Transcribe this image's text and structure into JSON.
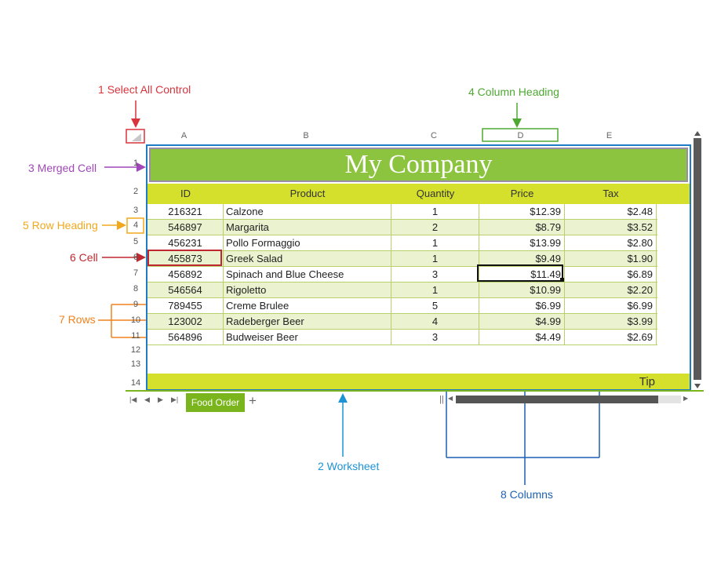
{
  "annotations": {
    "select_all": "1 Select All Control",
    "worksheet": "2 Worksheet",
    "merged_cell": "3 Merged Cell",
    "column_heading": "4 Column Heading",
    "row_heading": "5 Row Heading",
    "cell": "6 Cell",
    "rows": "7 Rows",
    "columns": "8 Columns"
  },
  "column_letters": [
    "A",
    "B",
    "C",
    "D",
    "E"
  ],
  "row_numbers": [
    "1",
    "2",
    "3",
    "4",
    "5",
    "6",
    "7",
    "8",
    "9",
    "10",
    "11",
    "12",
    "13",
    "14"
  ],
  "title": "My Company",
  "headers": {
    "id": "ID",
    "product": "Product",
    "quantity": "Quantity",
    "price": "Price",
    "tax": "Tax"
  },
  "rows": [
    {
      "id": "216321",
      "product": "Calzone",
      "quantity": "1",
      "price": "$12.39",
      "tax": "$2.48"
    },
    {
      "id": "546897",
      "product": "Margarita",
      "quantity": "2",
      "price": "$8.79",
      "tax": "$3.52"
    },
    {
      "id": "456231",
      "product": "Pollo Formaggio",
      "quantity": "1",
      "price": "$13.99",
      "tax": "$2.80"
    },
    {
      "id": "455873",
      "product": "Greek Salad",
      "quantity": "1",
      "price": "$9.49",
      "tax": "$1.90"
    },
    {
      "id": "456892",
      "product": "Spinach and Blue Cheese",
      "quantity": "3",
      "price": "$11.49",
      "tax": "$6.89"
    },
    {
      "id": "546564",
      "product": "Rigoletto",
      "quantity": "1",
      "price": "$10.99",
      "tax": "$2.20"
    },
    {
      "id": "789455",
      "product": "Creme Brulee",
      "quantity": "5",
      "price": "$6.99",
      "tax": "$6.99"
    },
    {
      "id": "123002",
      "product": "Radeberger Beer",
      "quantity": "4",
      "price": "$4.99",
      "tax": "$3.99"
    },
    {
      "id": "564896",
      "product": "Budweiser Beer",
      "quantity": "3",
      "price": "$4.49",
      "tax": "$2.69"
    }
  ],
  "footer_text": "Tip",
  "sheet_tab": "Food Order",
  "add_sheet": "+",
  "colors": {
    "title_bg": "#8cc43f",
    "header_bg": "#d5e02c",
    "alt_row": "#ebf2cf",
    "grid_border": "#1e7bc4",
    "tab_bg": "#7ab51d"
  }
}
